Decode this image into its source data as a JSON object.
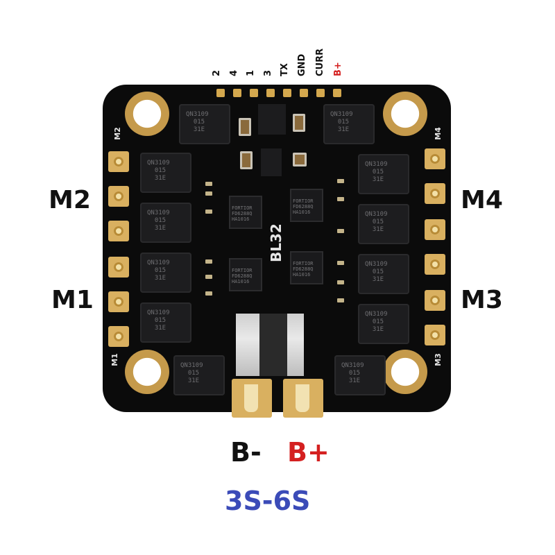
{
  "top_pins": [
    "2",
    "4",
    "1",
    "3",
    "TX",
    "GND",
    "CURR",
    "B+"
  ],
  "motors": {
    "m2": "M2",
    "m1": "M1",
    "m4": "M4",
    "m3": "M3"
  },
  "battery": {
    "negative": "B-",
    "positive": "B+"
  },
  "voltage_range": "3S-6S",
  "silkscreen": {
    "bl32": "BL32",
    "m1": "M1",
    "m2": "M2",
    "m3": "M3",
    "m4": "M4"
  },
  "colors": {
    "text": "#111111",
    "positive_red": "#d42020",
    "voltage_blue": "#3b4bb8",
    "pcb": "#0b0b0b",
    "gold_pad": "#d9b060"
  }
}
